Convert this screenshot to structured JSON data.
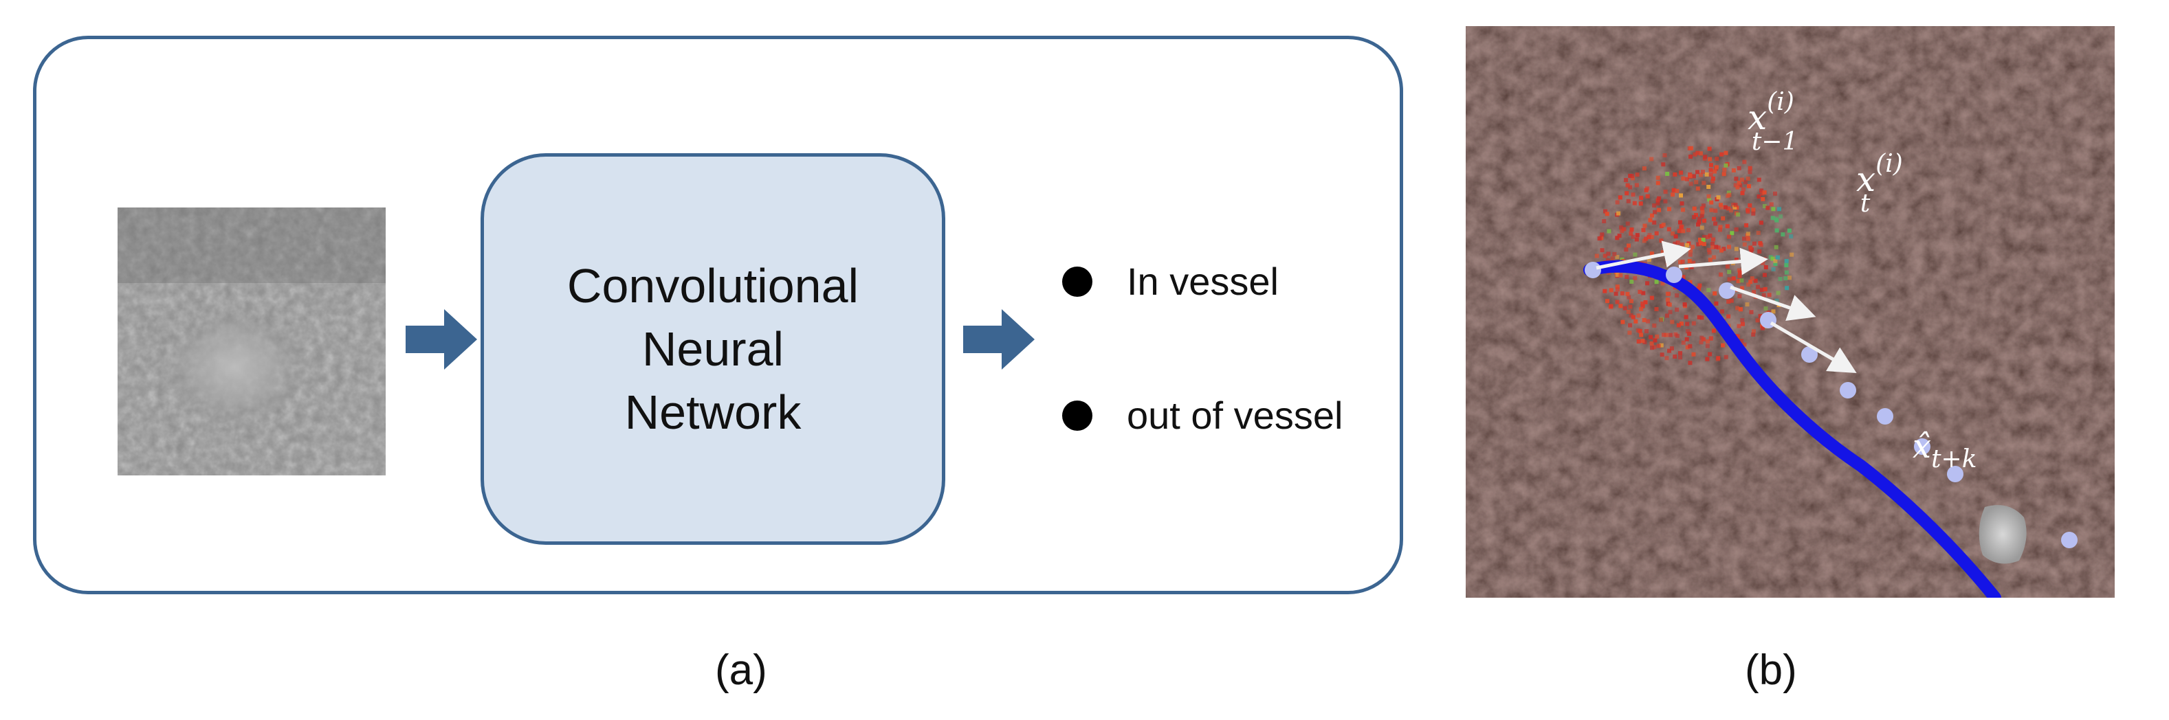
{
  "panel_a": {
    "network_label": "Convolutional\nNeural\nNetwork",
    "outputs": [
      {
        "label": "In vessel"
      },
      {
        "label": "out of vessel"
      }
    ],
    "caption": "(a)"
  },
  "panel_b": {
    "labels": {
      "x_prev": "x",
      "x_prev_sup": "(i)",
      "x_prev_sub": "t−1",
      "x_curr": "x",
      "x_curr_sup": "(i)",
      "x_curr_sub": "t",
      "x_pred": "x̂",
      "x_pred_sub": "t+k"
    },
    "caption": "(b)"
  },
  "colors": {
    "frame_stroke": "#3c6591",
    "network_fill": "#d7e2ef",
    "arrow_fill": "#3c6591",
    "vessel_path": "#1414e6",
    "track_node": "#b8bff2",
    "motion_vector": "#f2f2f2"
  }
}
